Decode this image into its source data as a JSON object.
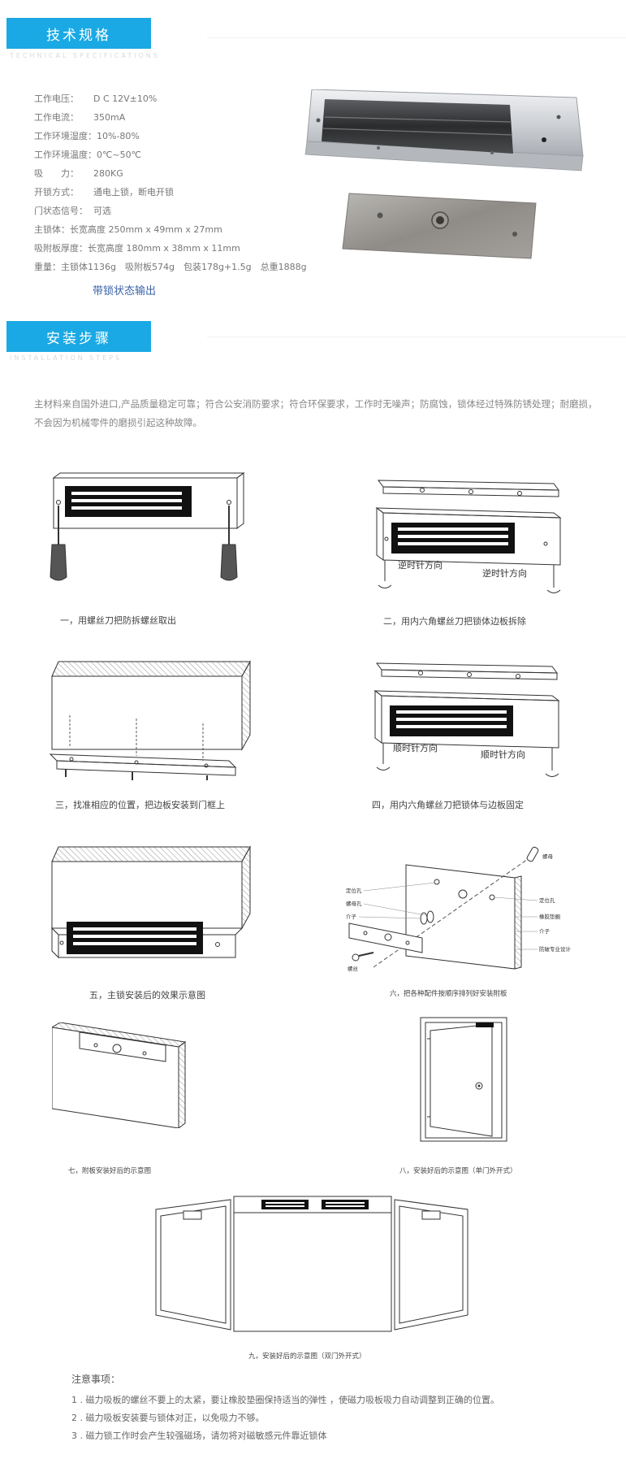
{
  "sections": {
    "spec": {
      "title": "技术规格",
      "subtitle": "TECHNICAL SPECIFICATIONS"
    },
    "install": {
      "title": "安装步骤",
      "subtitle": "INSTALLATION STEPS"
    }
  },
  "specs": [
    {
      "label": "工作电压：",
      "value": "D C 12V±10%"
    },
    {
      "label": "工作电流：",
      "value": "350mA"
    },
    {
      "label": "工作环境湿度：",
      "value": "10%-80%"
    },
    {
      "label": "工作环境温度：",
      "value": "0℃~50℃"
    },
    {
      "label": "吸　　力：",
      "value": "280KG"
    },
    {
      "label": "开锁方式：",
      "value": "通电上锁，断电开锁"
    },
    {
      "label": "门状态信号：",
      "value": "可选"
    },
    {
      "label": "主锁体：",
      "value": "长宽高度 250mm x 49mm x 27mm"
    },
    {
      "label": "吸附板厚度：",
      "value": "长宽高度 180mm x 38mm x 11mm"
    },
    {
      "label": "重量：",
      "value": "主锁体1136g　吸附板574g　包装178g+1.5g　总重1888g"
    }
  ],
  "spec_link": "带锁状态输出",
  "intro": "主材料来自国外进口,产品质量稳定可靠；符合公安消防要求；符合环保要求，工作时无噪声；防腐蚀，锁体经过特殊防锈处理；耐磨损，不会因为机械零件的磨损引起这种故障。",
  "steps": {
    "s1": "一，用螺丝刀把防拆螺丝取出",
    "s2": "二，用内六角螺丝刀把锁体边板拆除",
    "s3": "三，找准相应的位置，把边板安装到门框上",
    "s4": "四，用内六角螺丝刀把锁体与边板固定",
    "s5": "五，主锁安装后的效果示意图",
    "s6": "六，把各种配件按顺序排列好安装附板",
    "s7": "七，附板安装好后的示意图",
    "s8": "八，安装好后的示意图（单门外开式）",
    "s9": "九，安装好后的示意图（双门外开式）"
  },
  "figure_labels": {
    "ccw_left": "逆时针方向",
    "ccw_right": "逆时针方向",
    "cw_left": "顺时针方向",
    "cw_right": "顺时针方向",
    "p_locate_l": "定位孔",
    "p_nut_l": "螺母孔",
    "p_washer_l": "介子",
    "p_screw": "螺丝",
    "p_bolt": "螺母",
    "p_locate_r": "定位孔",
    "p_rubber": "橡胶垫圈",
    "p_washer_r": "介子",
    "p_antitheft": "防破专业设计"
  },
  "notes": {
    "title": "注意事项：",
    "items": [
      "1 . 磁力吸板的螺丝不要上的太紧，要让橡胶垫圈保持适当的弹性 ，使磁力吸板吸力自动调整到正确的位置。",
      "2 . 磁力吸板安装要与锁体对正，以免吸力不够。",
      "3 . 磁力锁工作时会产生较强磁场，请勿将对磁敏感元件靠近锁体"
    ]
  },
  "colors": {
    "accent": "#1aa9e4",
    "link": "#3a63a8"
  }
}
